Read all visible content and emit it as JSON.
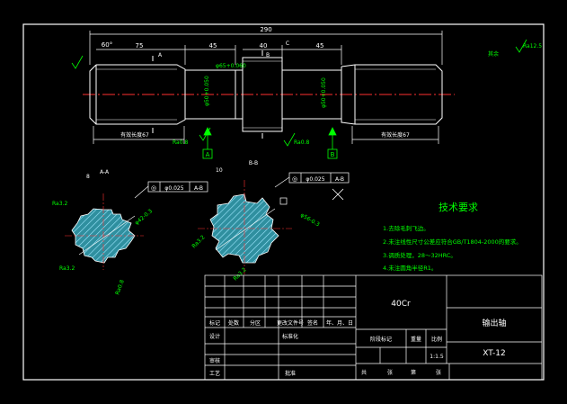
{
  "dims": {
    "total": "290",
    "left_thread": "75",
    "mid_a": "45",
    "mid_b": "40",
    "mid_c": "45",
    "chamfer_angle": "60°",
    "left_len_note": "有效长度67",
    "right_len_note": "有效长度67",
    "ra_left": "Ra0.8",
    "ra_mid": "Ra0.8",
    "phi_left": "φ50+0.050",
    "phi_mid": "φ65+0.060",
    "phi_right": "φ50+0.050",
    "datum_a": "A",
    "datum_b": "B",
    "datum_c": "C",
    "section_a": "A",
    "section_b": "B",
    "corner_note": "其余",
    "corner_ra": "Ra12.5"
  },
  "section_left": {
    "title": "A-A",
    "top_dim": "8",
    "tol_symbol": "◎",
    "tol_value": "φ0.025",
    "tol_ref": "A-B",
    "ra1": "Ra3.2",
    "ra2": "Ra3.2",
    "ra3": "Ra0.8",
    "diam": "φ42-0.3"
  },
  "section_right": {
    "title": "B-B",
    "top_dim": "10",
    "tol_symbol": "◎",
    "tol_value": "φ0.025",
    "tol_ref": "A-B",
    "ra1": "Ra3.2",
    "ra2": "Ra3.2",
    "diam": "φ56-0.3"
  },
  "tech": {
    "title": "技术要求",
    "items": [
      "1.去除毛刺飞边。",
      "2.未注线性尺寸公差应符合GB/T1804-2000的要求。",
      "3.调质处理，28～32HRC。",
      "4.未注圆角半径R1。"
    ]
  },
  "title_block": {
    "material": "40Cr",
    "part_name": "输出轴",
    "drawing_no": "XT-12",
    "scale_value": "1:1.5",
    "h_mark": "标记",
    "h_count": "处数",
    "h_zone": "分区",
    "h_doc": "更改文件号",
    "h_sign": "签名",
    "h_date": "年、月、日",
    "design": "设计",
    "standard": "标准化",
    "stage": "阶段标记",
    "weight": "重量",
    "scale": "比例",
    "review": "审核",
    "process": "工艺",
    "approve": "批准",
    "total_sheets": "共",
    "sheet_word": "张",
    "nth": "第",
    "sheet_word2": "张"
  }
}
